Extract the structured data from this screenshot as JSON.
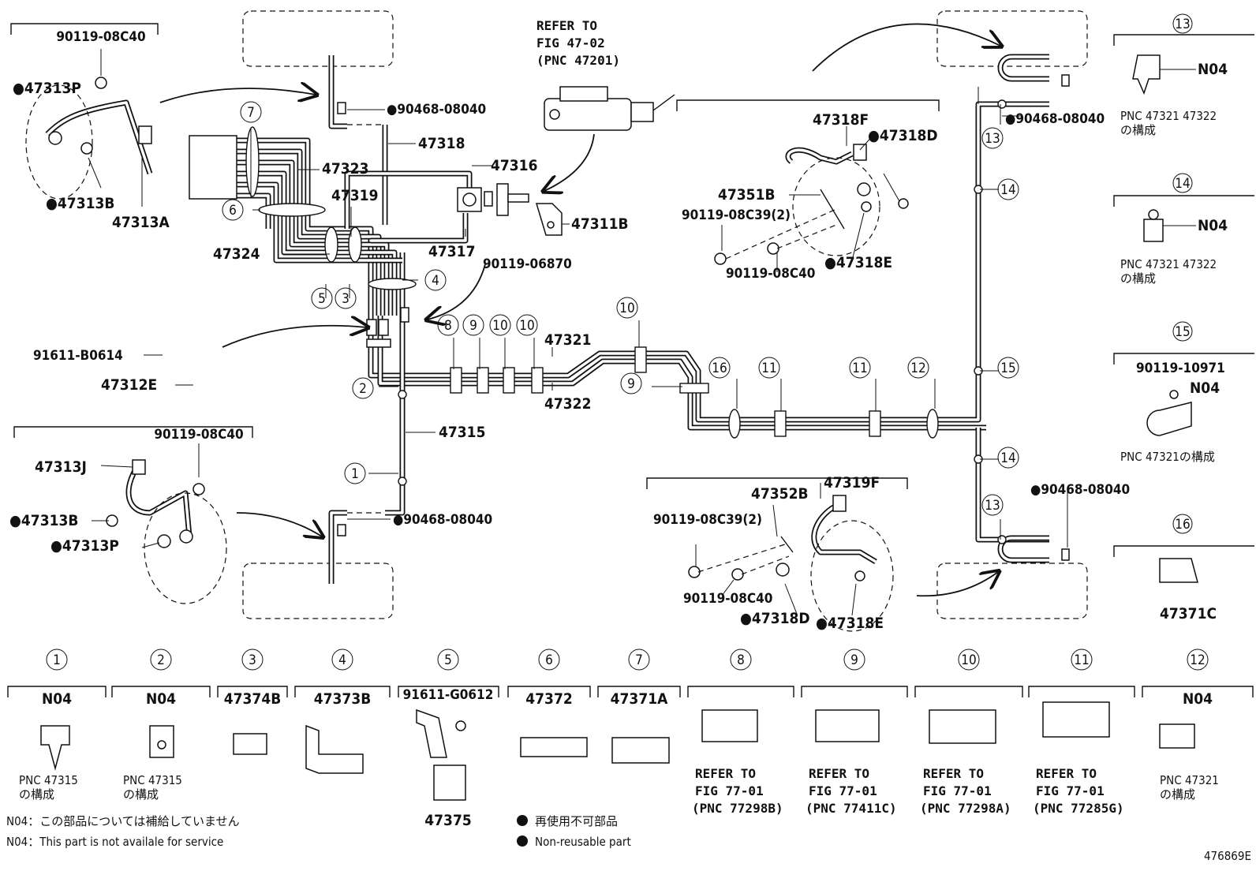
{
  "diagram": {
    "figure_code": "476869E",
    "center_labels": {
      "l47318": "47318",
      "l47316": "47316",
      "l47323": "47323",
      "l47319": "47319",
      "l47324": "47324",
      "l47317": "47317",
      "l47311B": "47311B",
      "l90119_06870": "90119-06870",
      "l90468_top": "●90468-08040",
      "l91611_B0614": "91611-B0614",
      "l47312E": "47312E",
      "l47315": "47315",
      "l90468_mid": "●90468-08040",
      "l47321": "47321",
      "l47322": "47322"
    },
    "refer_top": {
      "line1": "REFER TO",
      "line2": "FIG 47-02",
      "line3": "(PNC 47201)"
    },
    "front_left": {
      "l90119_08C40": "90119-08C40",
      "l47313P": "●47313P",
      "l47313B": "●47313B",
      "l47313A": "47313A"
    },
    "rear_left": {
      "l90119_08C40": "90119-08C40",
      "l47313J": "47313J",
      "l47313B": "●47313B",
      "l47313P": "●47313P"
    },
    "top_right_group": {
      "l47318F": "47318F",
      "l47318D": "●47318D",
      "l47351B": "47351B",
      "l90119_08C39": "90119-08C39(2)",
      "l90119_08C40": "90119-08C40",
      "l47318E": "●47318E"
    },
    "bottom_right_group": {
      "l47352B": "47352B",
      "l47319F": "47319F",
      "l90119_08C39": "90119-08C39(2)",
      "l90119_08C40": "90119-08C40",
      "l47318D": "●47318D",
      "l47318E": "●47318E"
    },
    "right_pipe": {
      "l90468_top": "●90468-08040",
      "l90468_bot": "●90468-08040"
    },
    "callouts_main": [
      "1",
      "2",
      "3",
      "4",
      "5",
      "6",
      "7",
      "8",
      "9",
      "9",
      "10",
      "10",
      "10",
      "11",
      "11",
      "12",
      "13",
      "13",
      "14",
      "14",
      "15",
      "16"
    ],
    "side_legend": [
      {
        "num": "13",
        "part": "N04",
        "desc1": "PNC 47321 47322",
        "desc2": "の構成"
      },
      {
        "num": "14",
        "part": "N04",
        "desc1": "PNC 47321 47322",
        "desc2": "の構成"
      },
      {
        "num": "15",
        "bolt": "90119-10971",
        "part": "N04",
        "desc1": "PNC 47321の構成",
        "desc2": ""
      },
      {
        "num": "16",
        "part": "47371C",
        "desc1": "",
        "desc2": ""
      }
    ],
    "bottom_legend": [
      {
        "num": "1",
        "part": "N04",
        "desc1": "PNC 47315",
        "desc2": "の構成"
      },
      {
        "num": "2",
        "part": "N04",
        "desc1": "PNC 47315",
        "desc2": "の構成"
      },
      {
        "num": "3",
        "part": "47374B",
        "desc1": "",
        "desc2": ""
      },
      {
        "num": "4",
        "part": "47373B",
        "desc1": "",
        "desc2": ""
      },
      {
        "num": "5",
        "part": "91611-G0612",
        "desc1": "47375",
        "desc2": ""
      },
      {
        "num": "6",
        "part": "47372",
        "desc1": "",
        "desc2": ""
      },
      {
        "num": "7",
        "part": "47371A",
        "desc1": "",
        "desc2": ""
      },
      {
        "num": "8",
        "part": "REFER TO",
        "desc1": "FIG 77-01",
        "desc2": "(PNC 77298B)"
      },
      {
        "num": "9",
        "part": "REFER TO",
        "desc1": "FIG 77-01",
        "desc2": "(PNC 77411C)"
      },
      {
        "num": "10",
        "part": "REFER TO",
        "desc1": "FIG 77-01",
        "desc2": "(PNC 77298A)"
      },
      {
        "num": "11",
        "part": "REFER TO",
        "desc1": "FIG 77-01",
        "desc2": "(PNC 77285G)"
      },
      {
        "num": "12",
        "part": "N04",
        "desc1": "PNC 47321",
        "desc2": "の構成"
      }
    ],
    "notes": {
      "n04_jp": "N04：この部品については補給していません",
      "n04_en": "N04：This part is not availale for service",
      "nonreuse_jp": "再使用不可部品",
      "nonreuse_en": "Non-reusable part"
    }
  }
}
